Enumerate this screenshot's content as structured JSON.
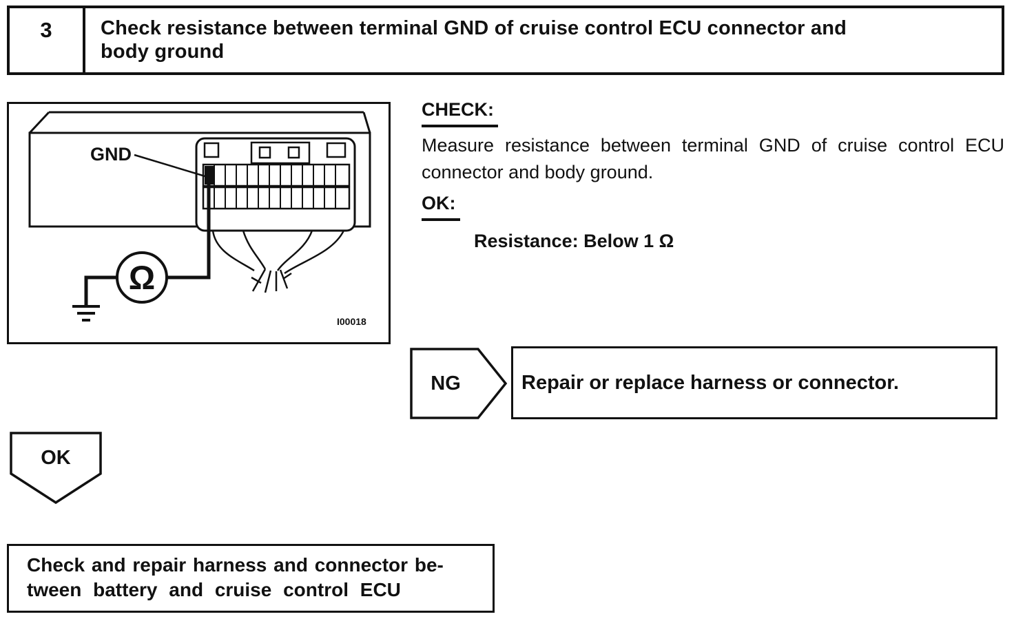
{
  "step": {
    "number": "3",
    "title_lines": [
      "Check resistance between terminal GND of cruise control ECU connector and",
      "body ground"
    ]
  },
  "figure": {
    "gnd_label": "GND",
    "ohm_symbol": "Ω",
    "figure_id": "I00018"
  },
  "check_section": {
    "check_heading": "CHECK:",
    "check_text": "Measure resistance between terminal GND of cruise control ECU connector and body ground.",
    "ok_heading": "OK:",
    "ok_spec": "Resistance: Below 1 Ω"
  },
  "ng_branch": {
    "label": "NG",
    "action": "Repair or replace harness or connector."
  },
  "ok_branch": {
    "label": "OK",
    "action_lines": [
      "Check and repair harness and connector be-",
      "tween battery and cruise control ECU"
    ]
  }
}
